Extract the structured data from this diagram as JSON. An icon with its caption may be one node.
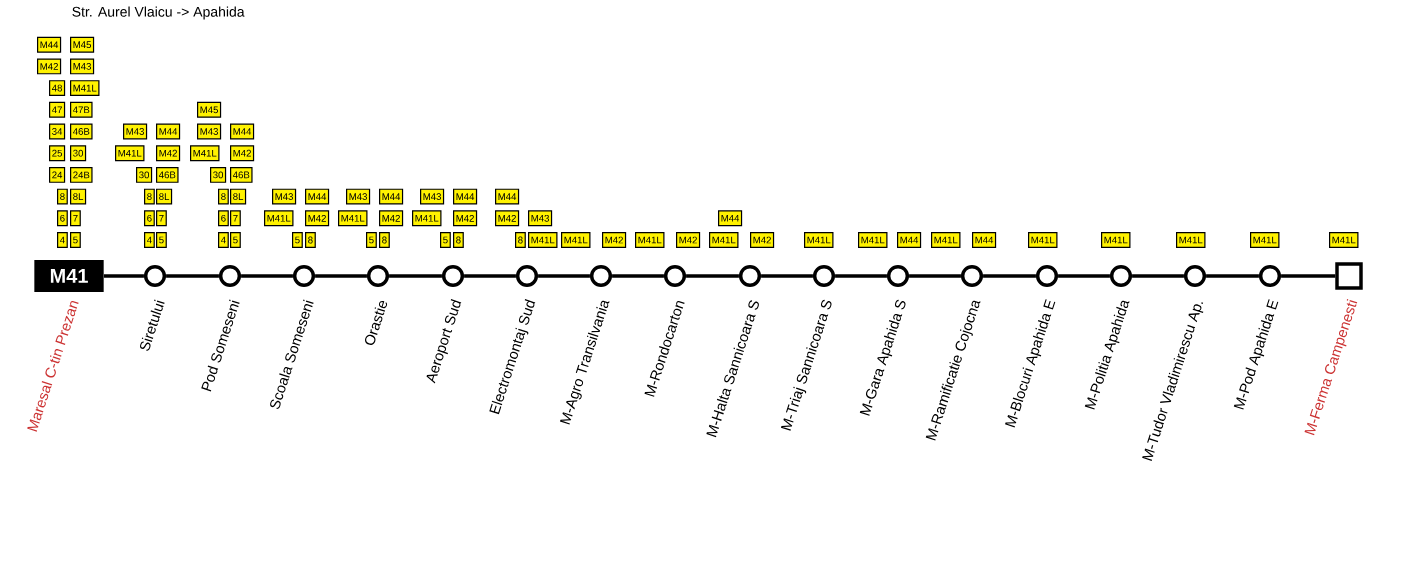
{
  "diagram": {
    "title": "Str. Aurel Vlaicu -> Apahida",
    "nodes": [
      {
        "text": [
          "M41"
        ],
        "beside": [
          "Maresal C-tin Prezan"
        ]
      },
      {
        "text": [],
        "shape": "circle",
        "beside": [
          "Siretului"
        ]
      },
      {
        "text": [],
        "shape": "circle",
        "beside": [
          "Pod Someseni"
        ]
      },
      {
        "text": [],
        "shape": "circle",
        "beside": [
          "Scoala Someseni"
        ]
      },
      {
        "text": [],
        "shape": "circle",
        "beside": [
          "Orastie"
        ]
      },
      {
        "text": [],
        "shape": "circle",
        "beside": [
          "Aeroport Sud"
        ]
      },
      {
        "text": [],
        "shape": "circle",
        "beside": [
          "Electromontaj Sud"
        ]
      },
      {
        "text": [],
        "shape": "circle",
        "beside": [
          "M-Agro Transilvania"
        ]
      },
      {
        "text": [],
        "shape": "circle",
        "beside": [
          "M-Rondocarton"
        ]
      },
      {
        "text": [],
        "shape": "circle",
        "beside": [
          "M-Halta Sannicoara S"
        ]
      },
      {
        "text": [],
        "shape": "circle",
        "beside": [
          "M-Triaj Sannicoara S"
        ]
      },
      {
        "text": [],
        "shape": "circle",
        "beside": [
          "M-Gara Apahida S"
        ]
      },
      {
        "text": [],
        "shape": "circle",
        "beside": [
          "M-Ramificatie Cojocna"
        ]
      },
      {
        "text": [],
        "shape": "circle",
        "beside": [
          "M-Blocuri Apahida E"
        ]
      },
      {
        "text": [],
        "shape": "circle",
        "beside": [
          "M-Politia Apahida"
        ]
      },
      {
        "text": [],
        "shape": "circle",
        "beside": [
          "M-Tudor Vladimirescu Ap."
        ]
      },
      {
        "text": [],
        "shape": "circle",
        "beside": [
          "M-Pod Apahida E"
        ]
      },
      {
        "text": [],
        "shape": "box",
        "beside": [
          "M-Ferma Campenesti"
        ]
      }
    ],
    "edges": [
      {
        "from": 0,
        "to": 1,
        "arrow": "none"
      },
      {
        "from": 1,
        "to": 2,
        "arrow": "none"
      },
      {
        "from": 2,
        "to": 3,
        "arrow": "none"
      },
      {
        "from": 3,
        "to": 4,
        "arrow": "none"
      },
      {
        "from": 4,
        "to": 5,
        "arrow": "none"
      },
      {
        "from": 5,
        "to": 6,
        "arrow": "none"
      },
      {
        "from": 6,
        "to": 7,
        "arrow": "none"
      },
      {
        "from": 7,
        "to": 8,
        "arrow": "none"
      },
      {
        "from": 8,
        "to": 9,
        "arrow": "none"
      },
      {
        "from": 9,
        "to": 10,
        "arrow": "none"
      },
      {
        "from": 10,
        "to": 11,
        "arrow": "none"
      },
      {
        "from": 11,
        "to": 12,
        "arrow": "none"
      },
      {
        "from": 12,
        "to": 13,
        "arrow": "none"
      },
      {
        "from": 13,
        "to": 14,
        "arrow": "none"
      },
      {
        "from": 14,
        "to": 15,
        "arrow": "none"
      },
      {
        "from": 15,
        "to": 16,
        "arrow": "none"
      },
      {
        "from": 16,
        "to": 17,
        "arrow": "none"
      }
    ],
    "labels": [
      "M44",
      "M45",
      "M42",
      "M43",
      "48",
      "M41L",
      "47",
      "47B",
      "34",
      "46B",
      "25",
      "30",
      "24",
      "24B",
      "8",
      "8L",
      "6",
      "7",
      "4",
      "5",
      "M43",
      "M44",
      "M41L",
      "M42",
      "30",
      "46B",
      "8",
      "8L",
      "6",
      "7",
      "4",
      "5",
      "M45",
      "M43",
      "M44",
      "M41L",
      "M42",
      "30",
      "46B",
      "8",
      "8L",
      "6",
      "7",
      "4",
      "5",
      "M43",
      "M44",
      "M41L",
      "M42",
      "5",
      "8",
      "M43",
      "M44",
      "M41L",
      "M42",
      "5",
      "8",
      "M43",
      "M44",
      "M41L",
      "M42",
      "5",
      "8",
      "M44",
      "M42",
      "M43",
      "8",
      "M41L",
      "M41L",
      "M42",
      "M41L",
      "M42",
      "M44",
      "M41L",
      "M42",
      "M41L",
      "M41L",
      "M44",
      "M41L",
      "M44",
      "M41L",
      "M41L",
      "M41L",
      "M41L",
      "M41L"
    ]
  }
}
